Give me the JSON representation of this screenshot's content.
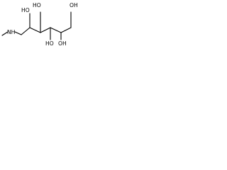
{
  "molecule": {
    "labels": {
      "nh": "NH",
      "oh_top_1": "HO",
      "oh_top_2": "HO",
      "oh_top_3": "OH",
      "oh_bottom_1": "HO",
      "oh_bottom_2": "OH"
    },
    "colors": {
      "bond": "#000000",
      "text": "#000000",
      "background": "#ffffff"
    }
  }
}
